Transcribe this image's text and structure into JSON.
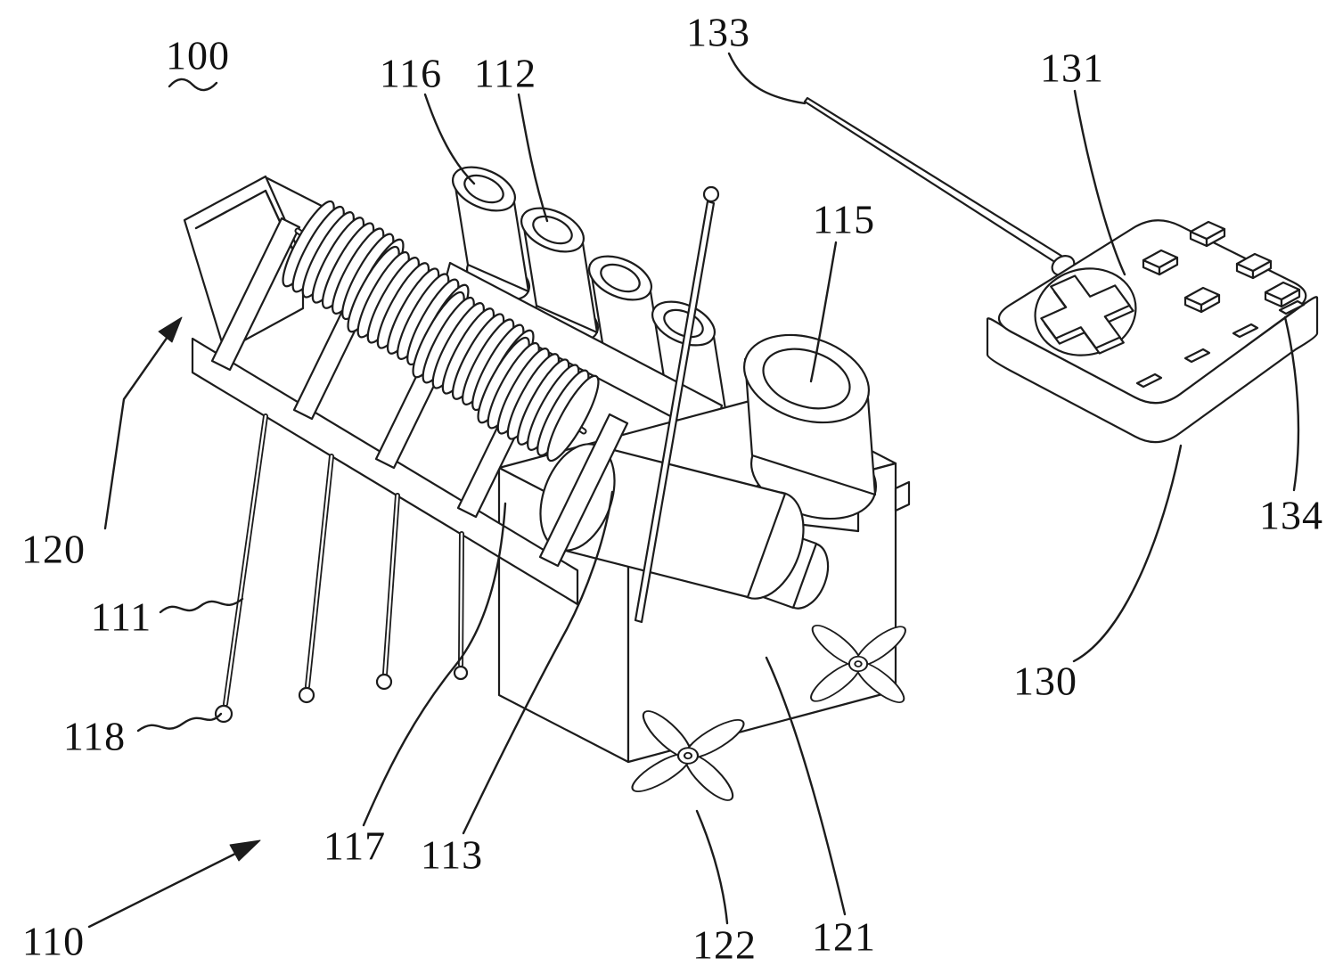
{
  "figure": {
    "background_color": "#ffffff",
    "line_color": "#1c1c1c",
    "labels": {
      "n100": "100",
      "n110": "110",
      "n111": "111",
      "n112": "112",
      "n113": "113",
      "n115": "115",
      "n116": "116",
      "n117": "117",
      "n118": "118",
      "n120": "120",
      "n121": "121",
      "n122": "122",
      "n130": "130",
      "n131": "131",
      "n133": "133",
      "n134": "134"
    }
  }
}
